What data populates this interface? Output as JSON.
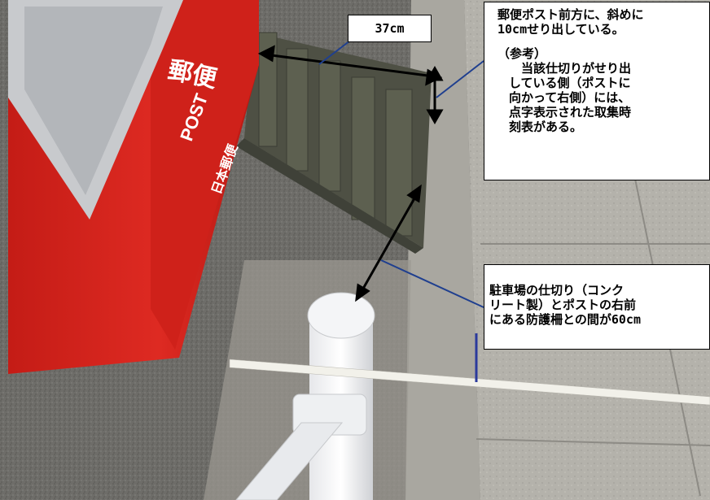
{
  "annotations": {
    "measure_label": "37cm",
    "note_top_line1": "郵便ポスト前方に、斜めに",
    "note_top_line2": "10cmせり出している。",
    "note_top_line3": "",
    "note_top_line4": "（参考）",
    "note_top_line5": "　当該仕切りがせり出",
    "note_top_line6": "している側（ポストに",
    "note_top_line7": "向かって右側）には、",
    "note_top_line8": "点字表示された取集時",
    "note_top_line9": "刻表がある。",
    "note_bottom_line1": "駐車場の仕切り（コンク",
    "note_bottom_line2": "リート製）とポストの右前",
    "note_bottom_line3": "にある防護柵との間が60cm"
  },
  "mailbox": {
    "text_vertical": "郵便",
    "post": "POST",
    "brand": "日本郵便"
  },
  "colors": {
    "mailbox_red": "#d8231c",
    "concrete": "#b9b7b0",
    "asphalt": "#6b6a66",
    "line": "#1f3f8f"
  }
}
